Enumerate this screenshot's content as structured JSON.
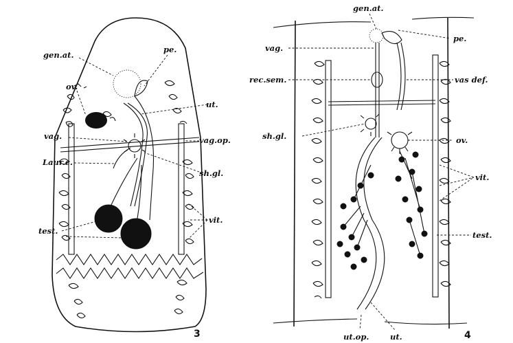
{
  "figure3": {
    "number": "3",
    "labels": {
      "gen_at": "gen.at.",
      "pe": "pe.",
      "ov": "ov.",
      "ut": "ut.",
      "vag": "vag.",
      "vag_op": "vag.op.",
      "laur_c": "Laur.c.",
      "sh_gl": "sh.gl.",
      "test": "test.",
      "vit": "vit."
    }
  },
  "figure4": {
    "number": "4",
    "labels": {
      "gen_at": "gen.at.",
      "pe": "pe.",
      "vag": "vag.",
      "rec_sem": "rec.sem.",
      "vas_def": "vas def.",
      "sh_gl": "sh.gl.",
      "ov": "ov.",
      "vit": "vit.",
      "test": "test.",
      "ut_op": "ut.op.",
      "ut": "ut."
    }
  }
}
